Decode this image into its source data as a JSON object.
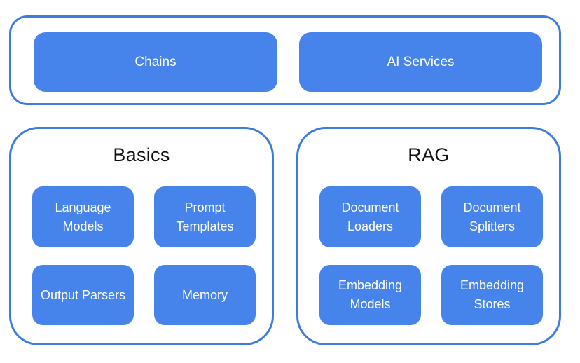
{
  "diagram": {
    "top_group": {
      "items": [
        {
          "label": "Chains"
        },
        {
          "label": "AI Services"
        }
      ]
    },
    "groups": [
      {
        "title": "Basics",
        "items": [
          {
            "label": "Language Models"
          },
          {
            "label": "Prompt Templates"
          },
          {
            "label": "Output Parsers"
          },
          {
            "label": "Memory"
          }
        ]
      },
      {
        "title": "RAG",
        "items": [
          {
            "label": "Document Loaders"
          },
          {
            "label": "Document Splitters"
          },
          {
            "label": "Embedding Models"
          },
          {
            "label": "Embedding Stores"
          }
        ]
      }
    ],
    "colors": {
      "node_fill": "#4683ea",
      "outline": "#3d7cdf",
      "node_text": "#ffffff",
      "title_text": "#111111",
      "background": "#ffffff"
    }
  }
}
